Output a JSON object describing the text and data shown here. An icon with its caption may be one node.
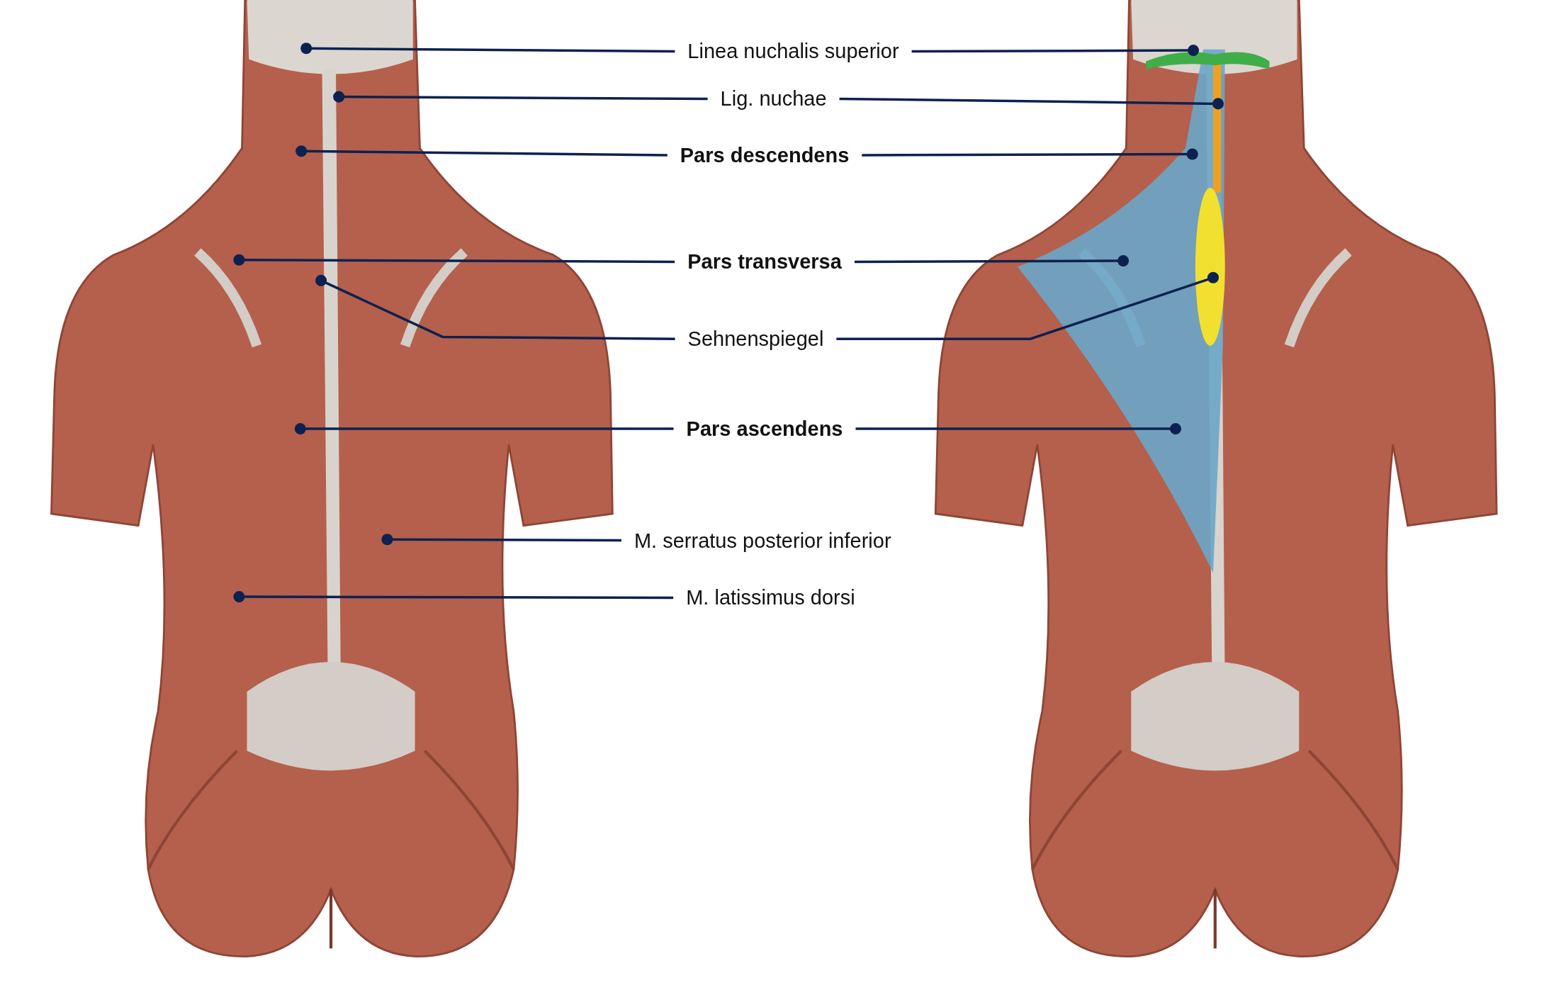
{
  "diagram": {
    "nodes": [
      {
        "text": [
          "Linea nuchalis superior"
        ]
      },
      {
        "text": [
          "Lig. nuchae"
        ]
      },
      {
        "text": [
          "Pars descendens"
        ]
      },
      {
        "text": [
          "Pars transversa"
        ]
      },
      {
        "text": [
          "Sehnenspiegel"
        ]
      },
      {
        "text": [
          "Pars ascendens"
        ]
      },
      {
        "text": [
          "M. serratus posterior inferior"
        ]
      },
      {
        "text": [
          "M. latissimus dorsi"
        ]
      }
    ],
    "edges": [
      {
        "from": 0,
        "to": null,
        "arrow": "other"
      },
      {
        "from": 0,
        "to": null,
        "arrow": "other"
      },
      {
        "from": 1,
        "to": null,
        "arrow": "other"
      },
      {
        "from": 1,
        "to": null,
        "arrow": "other"
      },
      {
        "from": 2,
        "to": null,
        "arrow": "other"
      },
      {
        "from": 2,
        "to": null,
        "arrow": "other"
      },
      {
        "from": 3,
        "to": null,
        "arrow": "other"
      },
      {
        "from": 3,
        "to": null,
        "arrow": "other"
      },
      {
        "from": 4,
        "to": null,
        "arrow": "other"
      },
      {
        "from": 4,
        "to": null,
        "arrow": "other"
      },
      {
        "from": 5,
        "to": null,
        "arrow": "other"
      },
      {
        "from": 5,
        "to": null,
        "arrow": "other"
      },
      {
        "from": 6,
        "to": null,
        "arrow": "other"
      },
      {
        "from": 7,
        "to": null,
        "arrow": "other"
      }
    ]
  }
}
